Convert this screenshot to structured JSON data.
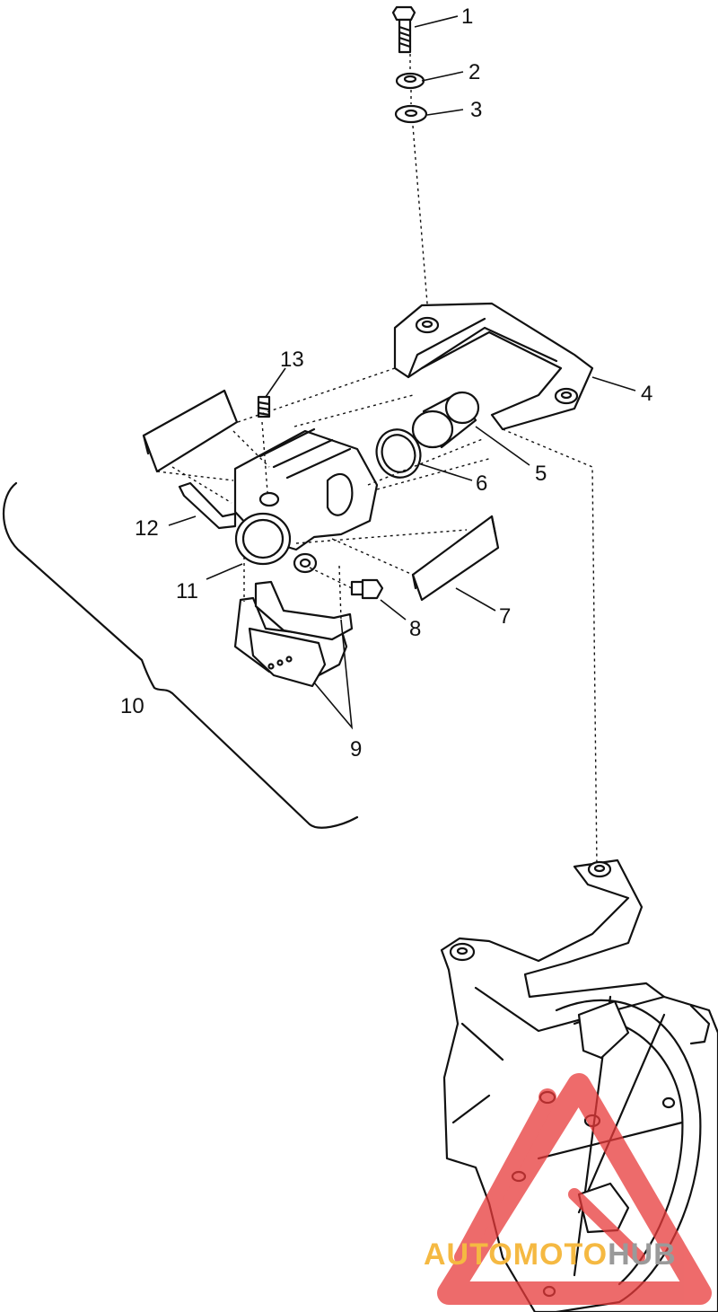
{
  "callouts": {
    "c1": "1",
    "c2": "2",
    "c3": "3",
    "c4": "4",
    "c5": "5",
    "c6": "6",
    "c7": "7",
    "c8": "8",
    "c9": "9",
    "c10": "10",
    "c11": "11",
    "c12": "12",
    "c13": "13"
  },
  "watermark": {
    "part_a": "AUTOMOTO",
    "part_b": "HUB",
    "color_a": "#f5b942",
    "color_b": "#9a9a9a",
    "logo_color": "#e83a3a"
  }
}
